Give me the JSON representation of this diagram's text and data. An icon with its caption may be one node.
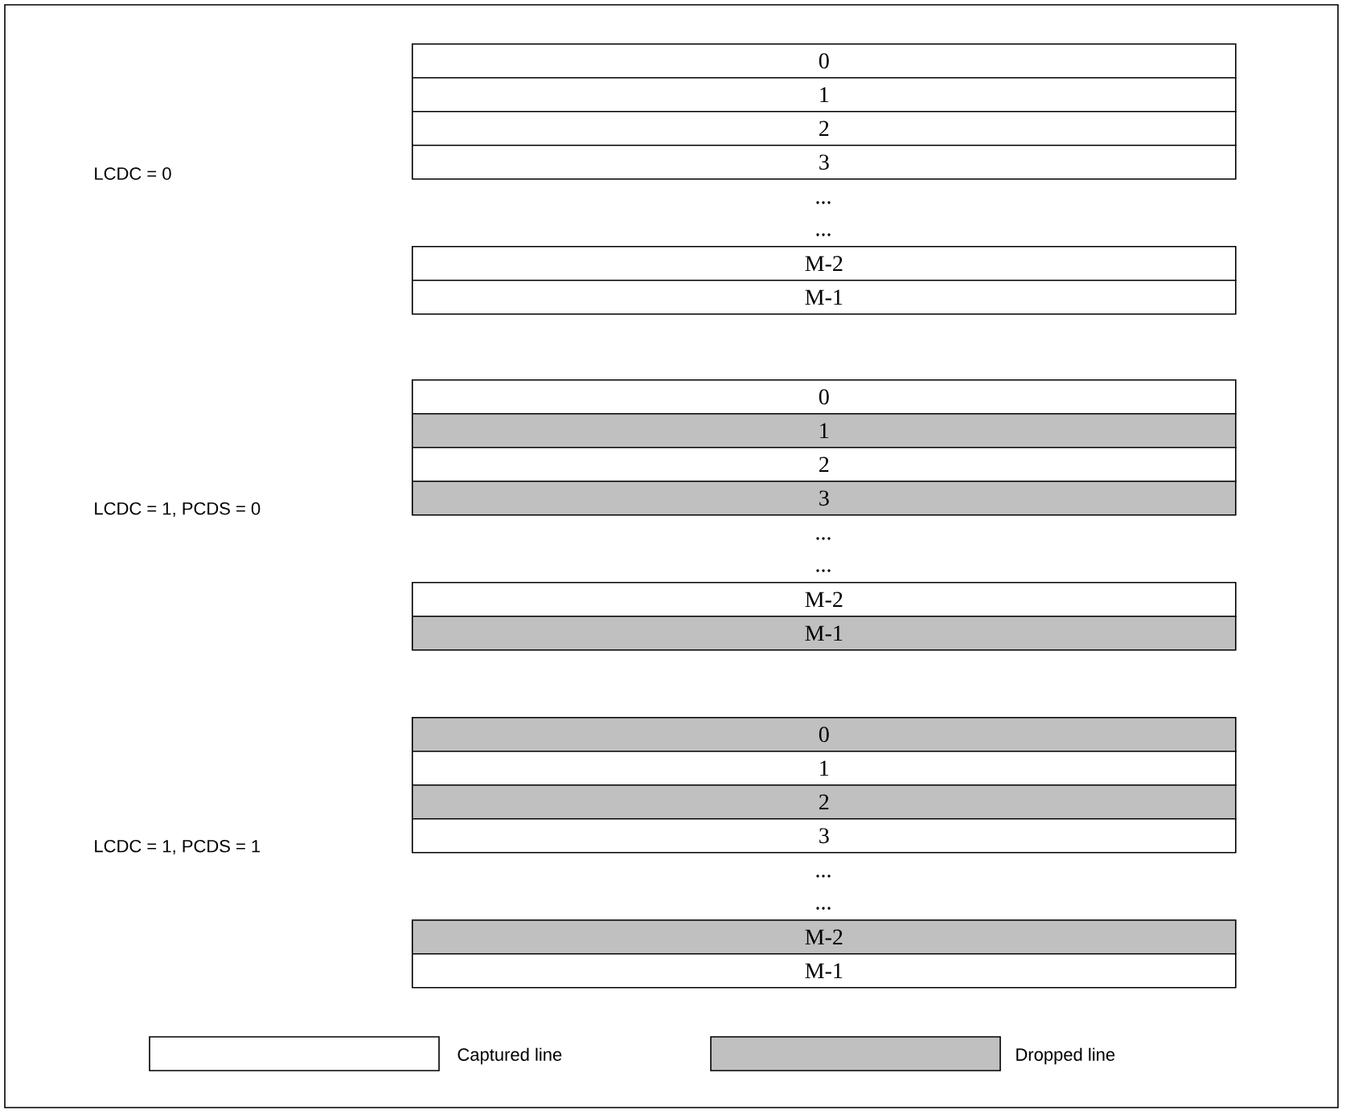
{
  "diagram": {
    "nodes": [
      {
        "text": [
          "0"
        ]
      },
      {
        "text": [
          "1"
        ]
      },
      {
        "text": [
          "2"
        ]
      },
      {
        "text": [
          "3"
        ]
      },
      {
        "text": [
          "M-2"
        ]
      },
      {
        "text": [
          "M-1"
        ]
      },
      {
        "text": [
          "0"
        ]
      },
      {
        "text": [
          "1"
        ]
      },
      {
        "text": [
          "2"
        ]
      },
      {
        "text": [
          "3"
        ]
      },
      {
        "text": [
          "M-2"
        ]
      },
      {
        "text": [
          "M-1"
        ]
      },
      {
        "text": [
          "0"
        ]
      },
      {
        "text": [
          "1"
        ]
      },
      {
        "text": [
          "2"
        ]
      },
      {
        "text": [
          "3"
        ]
      },
      {
        "text": [
          "M-2"
        ]
      },
      {
        "text": [
          "M-1"
        ]
      }
    ],
    "labels": [
      "LCDC = 0",
      "...",
      "...",
      "LCDC = 1,  PCDS = 0",
      "...",
      "...",
      "LCDC = 1,  PCDS = 1",
      "...",
      "..."
    ],
    "legend": [
      {
        "text": "Captured line"
      },
      {
        "text": "Dropped line",
        "color": "#c0c0c0"
      }
    ]
  }
}
